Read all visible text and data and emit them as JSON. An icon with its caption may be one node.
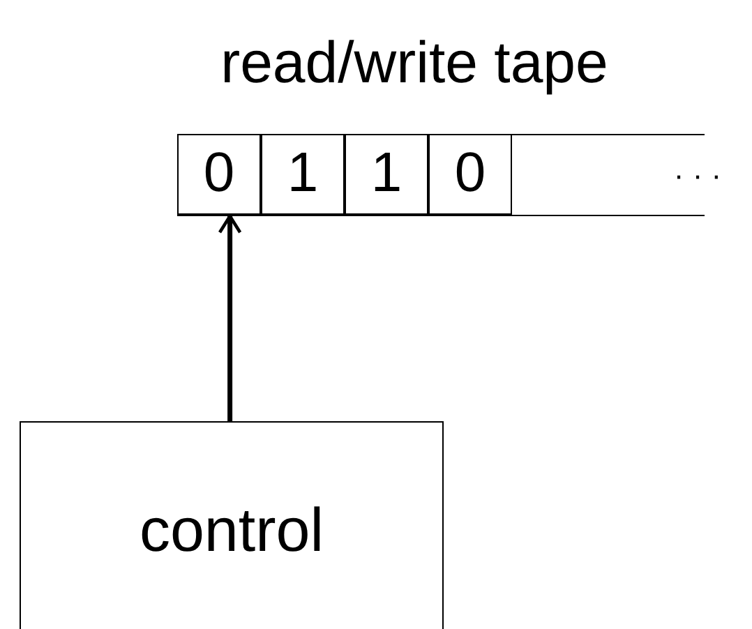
{
  "diagram": {
    "nodes": [
      {
        "text": [
          "read/write tape"
        ]
      },
      {
        "text": [
          "0"
        ],
        "in": 0
      },
      {
        "text": [
          "1"
        ],
        "in": 0
      },
      {
        "text": [
          "1"
        ],
        "in": 0
      },
      {
        "text": [
          "0"
        ],
        "in": 0
      },
      {
        "text": [
          "control"
        ]
      }
    ],
    "edges": [
      {
        "from": 5,
        "to": 1,
        "arrow": "to"
      }
    ],
    "labels": [
      "· · ·"
    ]
  }
}
